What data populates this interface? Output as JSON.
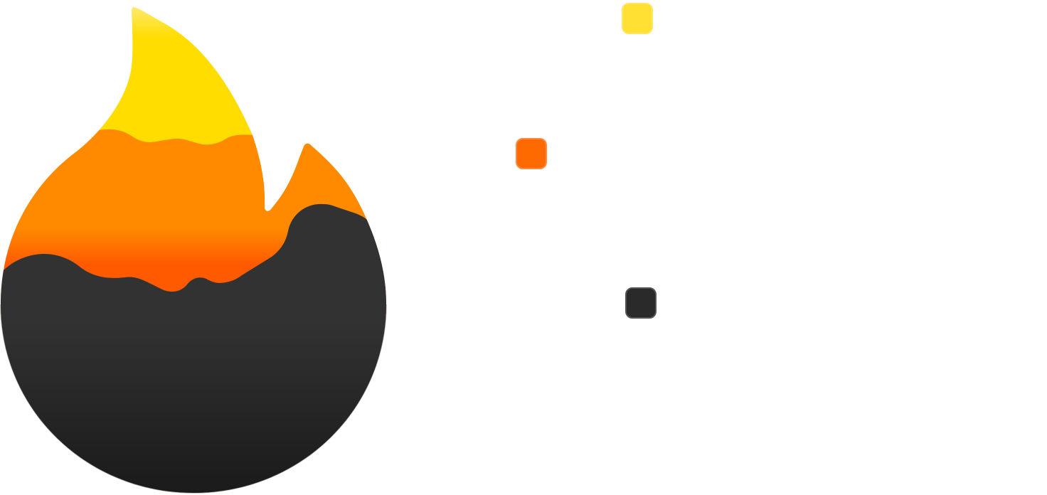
{
  "logo": {
    "icon": "flame-icon",
    "colors": {
      "top_light": "#FFEC8A",
      "top": "#FFDD00",
      "middle_light": "#FF8A00",
      "middle": "#FF5A00",
      "bottom_light": "#323232",
      "bottom": "#1A1A1A"
    }
  },
  "palette": {
    "swatches": [
      {
        "name": "yellow",
        "fill": "#FFE033",
        "border": "#FFE566"
      },
      {
        "name": "orange",
        "fill": "#FF6A00",
        "border": "#FF8A40"
      },
      {
        "name": "dark",
        "fill": "#2A2A2A",
        "border": "#555555"
      }
    ]
  }
}
